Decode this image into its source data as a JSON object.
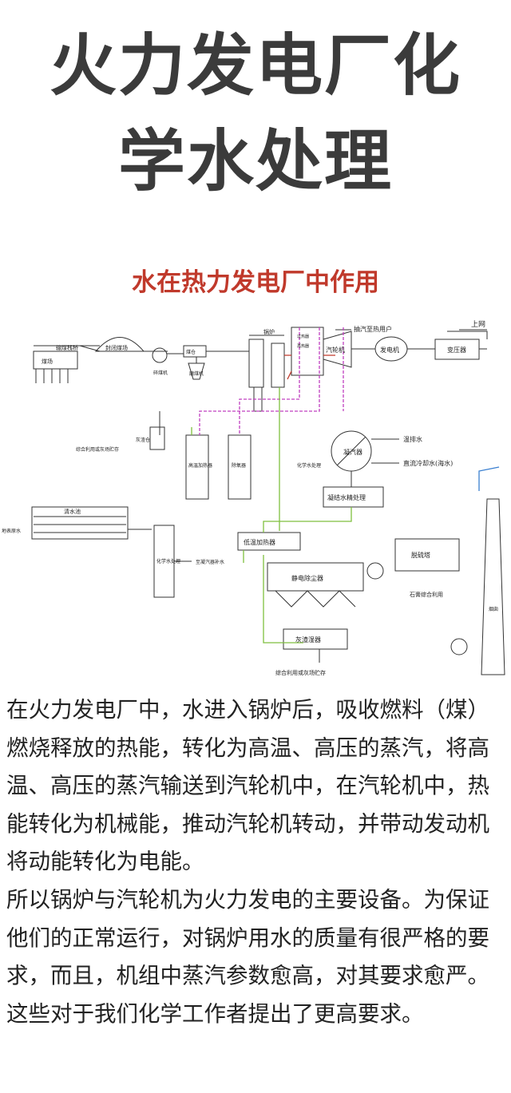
{
  "header": {
    "title_line1": "火力发电厂化",
    "title_line2": "学水处理",
    "subtitle": "水在热力发电厂中作用"
  },
  "diagram": {
    "labels": {
      "coal_conveyor": "输煤栈桥",
      "coal_yard": "煤场",
      "coal_storage": "封闭煤场",
      "coal_bin": "煤仓",
      "mill": "磨煤机",
      "coal_pulverizer": "碎煤机",
      "boiler": "锅炉",
      "superheater": "过热器",
      "reheater": "再热器",
      "extraction": "抽汽至热用户",
      "turbine": "汽轮机",
      "generator": "发电机",
      "transformer": "变压器",
      "grid": "上网",
      "ash_use_left": "综合利用或灰场贮存",
      "ash_silo": "灰渣仓",
      "hp_heater": "高温加热器",
      "deaerator": "除氧器",
      "condenser": "凝汽器",
      "warm_drain": "温排水",
      "cooling_water": "直流冷却水(海水)",
      "chem_makeup": "化学水处理",
      "condensate_treatment": "凝结水精处理",
      "surface_water": "地表原水",
      "clear_pool": "清水池",
      "chem_treatment": "化学水处理",
      "to_condenser": "至凝汽器补水",
      "lp_heater": "低温加热器",
      "desulfur": "脱硫塔",
      "gypsum": "石膏综合利用",
      "esp": "静电除尘器",
      "ash_storage": "灰渣湿器",
      "chimney": "烟囱",
      "ash_use_bottom": "综合利用或灰场贮存"
    }
  },
  "body_text": {
    "para1": "在火力发电厂中，水进入锅炉后，吸收燃料（煤）燃烧释放的热能，转化为高温、高压的蒸汽，将高温、高压的蒸汽输送到汽轮机中，在汽轮机中，热能转化为机械能，推动汽轮机转动，并带动发动机将动能转化为电能。",
    "para2": "所以锅炉与汽轮机为火力发电的主要设备。为保证他们的正常运行，对锅炉用水的质量有很严格的要求，而且，机组中蒸汽参数愈高，对其要求愈严。这些对于我们化学工作者提出了更高要求。"
  },
  "colors": {
    "title": "#3b3b3b",
    "subtitle": "#c0392b",
    "steam_line": "#c0392b",
    "water_line": "#7fbf3f",
    "extraction_line": "#c040c0",
    "cooling_line": "#3a7fd0"
  }
}
